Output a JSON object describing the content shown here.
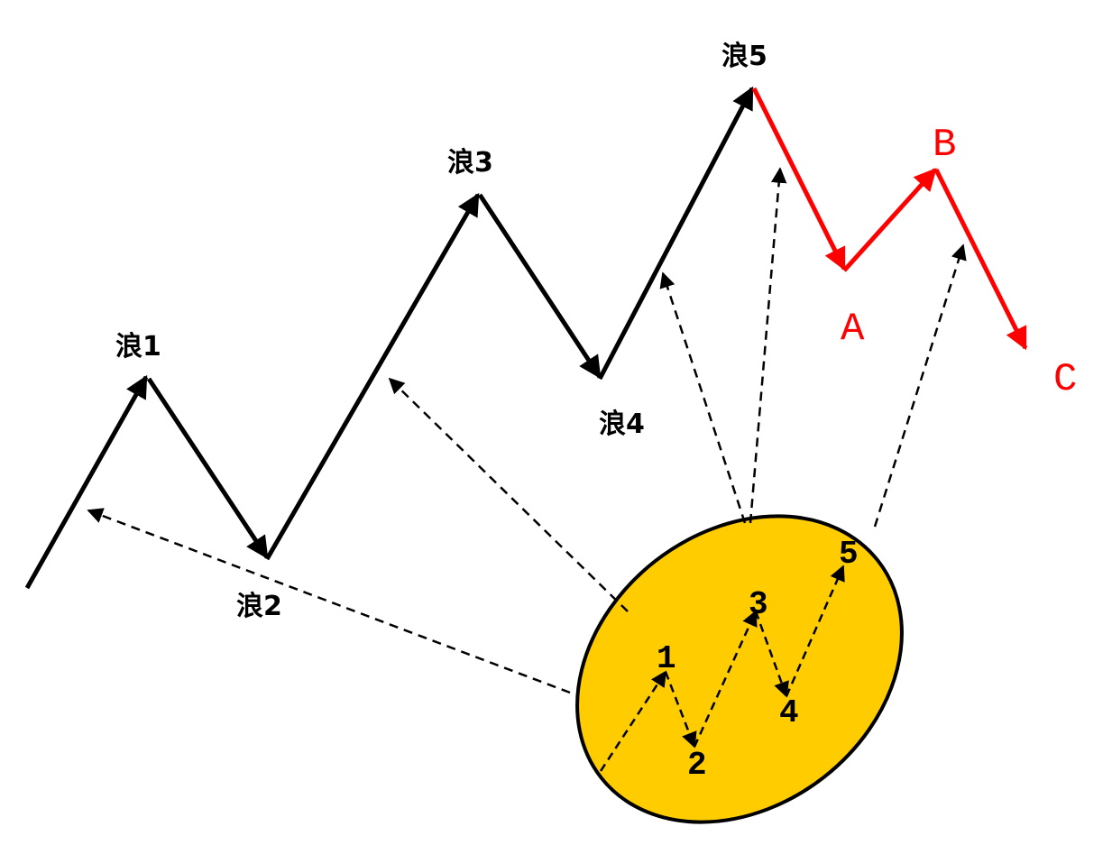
{
  "impulse_labels": {
    "wave1": "浪1",
    "wave2": "浪2",
    "wave3": "浪3",
    "wave4": "浪4",
    "wave5": "浪5"
  },
  "correction_labels": {
    "a": "A",
    "b": "B",
    "c": "C"
  },
  "sub_wave_labels": {
    "s1": "1",
    "s2": "2",
    "s3": "3",
    "s4": "4",
    "s5": "5"
  },
  "colors": {
    "impulse": "#000000",
    "correction": "#ff0000",
    "ellipse_fill": "#ffcc00",
    "ellipse_stroke": "#000000"
  }
}
